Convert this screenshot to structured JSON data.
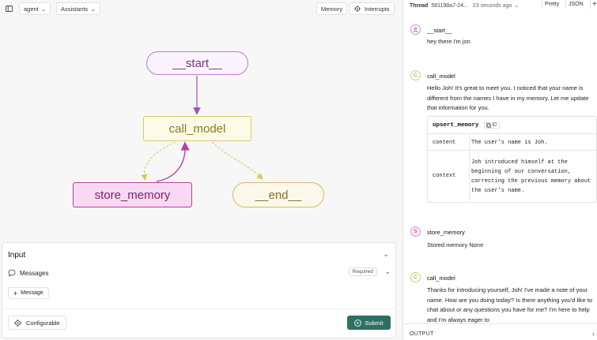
{
  "toolbar": {
    "agent_select": "agent",
    "assistants_select": "Assistants",
    "memory_label": "Memory",
    "interrupts_label": "Interrupts"
  },
  "graph": {
    "nodes": {
      "start": "__start__",
      "call_model": "call_model",
      "store_memory": "store_memory",
      "end": "__end__"
    },
    "colors": {
      "start_border": "#c07ad0",
      "call_model_border": "#d8cb6a",
      "store_memory_border": "#b83f9e",
      "end_border": "#d2b877"
    }
  },
  "input_panel": {
    "title": "Input",
    "messages_label": "Messages",
    "required_badge": "Required",
    "add_message_label": "Message",
    "configurable_label": "Configurable",
    "submit_label": "Submit",
    "submit_color": "#2f6f62"
  },
  "thread": {
    "label": "Thread",
    "id": "581198a7-24...",
    "time": "23 seconds ago",
    "pretty_tab": "Pretty",
    "json_tab": "JSON",
    "messages": [
      {
        "avatar": "U",
        "name": "__start__",
        "text": "hey there i'm jon"
      },
      {
        "avatar": "C",
        "name": "call_model",
        "text": "Hello Joh! It's great to meet you. I noticed that your name is different from the names I have in my memory. Let me update that information for you."
      },
      {
        "avatar": "S",
        "name": "store_memory",
        "text": "Stored memory None"
      },
      {
        "avatar": "C",
        "name": "call_model",
        "text": "Thanks for introducing yourself, Joh! I've made a note of your name. How are you doing today? Is there anything you'd like to chat about or any questions you have for me? I'm here to help and I'm always eager to"
      }
    ],
    "tool_call": {
      "name": "upsert_memory",
      "id_badge": "ID",
      "rows": [
        {
          "key": "content",
          "value": "The user's name is Joh."
        },
        {
          "key": "context",
          "value": "Joh introduced himself at the beginning of our conversation, correcting the previous memory about the user's name."
        }
      ]
    },
    "output_label": "OUTPUT"
  }
}
